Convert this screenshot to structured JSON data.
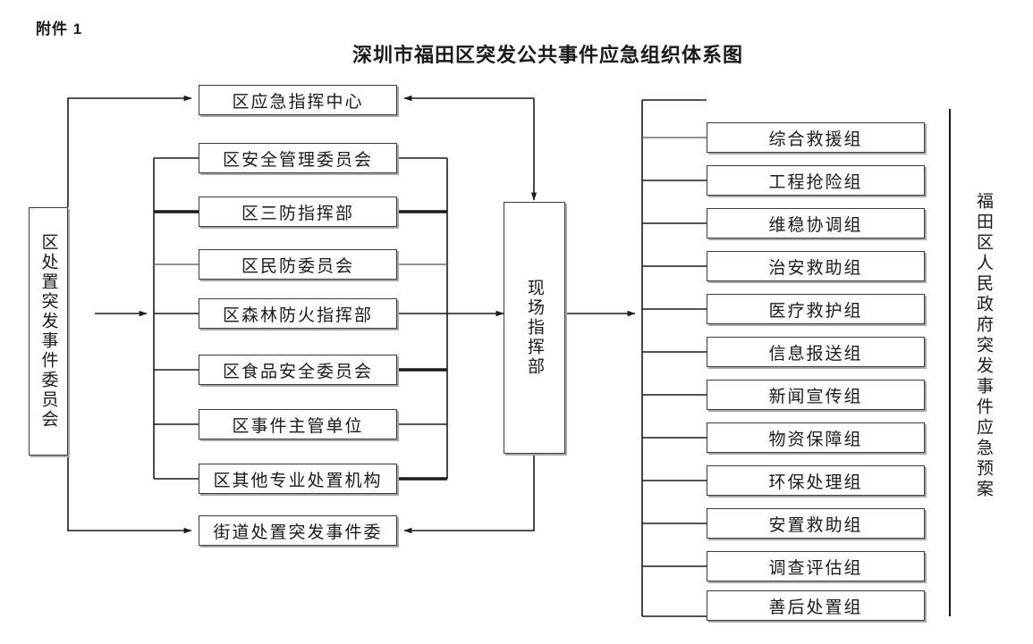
{
  "document": {
    "attachment_label": "附件 1",
    "title": "深圳市福田区突发公共事件应急组织体系图"
  },
  "nodes": {
    "left_committee": "区处置突发事件委员会",
    "emergency_center": "区应急指挥中心",
    "site_command": "现场指挥部",
    "street_committee": "街道处置突发事件委",
    "plan_label": "福田区人民政府突发事件应急预案"
  },
  "middle_column": [
    {
      "label": "区安全管理委员会"
    },
    {
      "label": "区三防指挥部"
    },
    {
      "label": "区民防委员会"
    },
    {
      "label": "区森林防火指挥部"
    },
    {
      "label": "区食品安全委员会"
    },
    {
      "label": "区事件主管单位"
    },
    {
      "label": "区其他专业处置机构"
    }
  ],
  "right_groups": [
    {
      "label": "综合救援组"
    },
    {
      "label": "工程抢险组"
    },
    {
      "label": "维稳协调组"
    },
    {
      "label": "治安救助组"
    },
    {
      "label": "医疗救护组"
    },
    {
      "label": "信息报送组"
    },
    {
      "label": "新闻宣传组"
    },
    {
      "label": "物资保障组"
    },
    {
      "label": "环保处理组"
    },
    {
      "label": "安置救助组"
    },
    {
      "label": "调查评估组"
    },
    {
      "label": "善后处置组"
    }
  ],
  "colors": {
    "line": "#1a1a1a",
    "box_border": "#3a3a3a",
    "box_shadow": "#a8a8a8",
    "background": "#ffffff",
    "text": "#1a1a1a"
  }
}
